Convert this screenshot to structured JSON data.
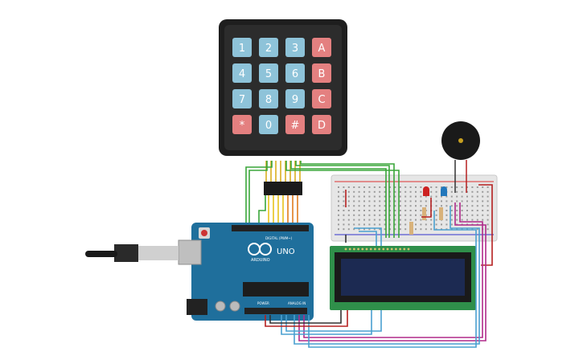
{
  "keypad": {
    "keys": [
      {
        "label": "1",
        "color": "#8ec3d9"
      },
      {
        "label": "2",
        "color": "#8ec3d9"
      },
      {
        "label": "3",
        "color": "#8ec3d9"
      },
      {
        "label": "A",
        "color": "#e48080"
      },
      {
        "label": "4",
        "color": "#8ec3d9"
      },
      {
        "label": "5",
        "color": "#8ec3d9"
      },
      {
        "label": "6",
        "color": "#8ec3d9"
      },
      {
        "label": "B",
        "color": "#e48080"
      },
      {
        "label": "7",
        "color": "#8ec3d9"
      },
      {
        "label": "8",
        "color": "#8ec3d9"
      },
      {
        "label": "9",
        "color": "#8ec3d9"
      },
      {
        "label": "C",
        "color": "#e48080"
      },
      {
        "label": "*",
        "color": "#e48080"
      },
      {
        "label": "0",
        "color": "#8ec3d9"
      },
      {
        "label": "#",
        "color": "#e48080"
      },
      {
        "label": "D",
        "color": "#e48080"
      }
    ]
  },
  "arduino": {
    "brand": "ARDUINO",
    "model": "UNO",
    "digital_label": "DIGITAL (PWM~)",
    "power_label": "POWER",
    "analog_label": "ANALOG IN",
    "board_color": "#1f6f9c"
  },
  "colors": {
    "wire_green": "#3aa63a",
    "wire_yellow": "#e8c21a",
    "wire_orange": "#e07b1c",
    "wire_red": "#b52020",
    "wire_blue": "#4aa0d0",
    "wire_magenta": "#b02a8a",
    "wire_dark": "#333333",
    "lcd_screen": "#1c2a52",
    "lcd_pcb": "#2f8f4a",
    "breadboard": "#e6e6e6"
  }
}
